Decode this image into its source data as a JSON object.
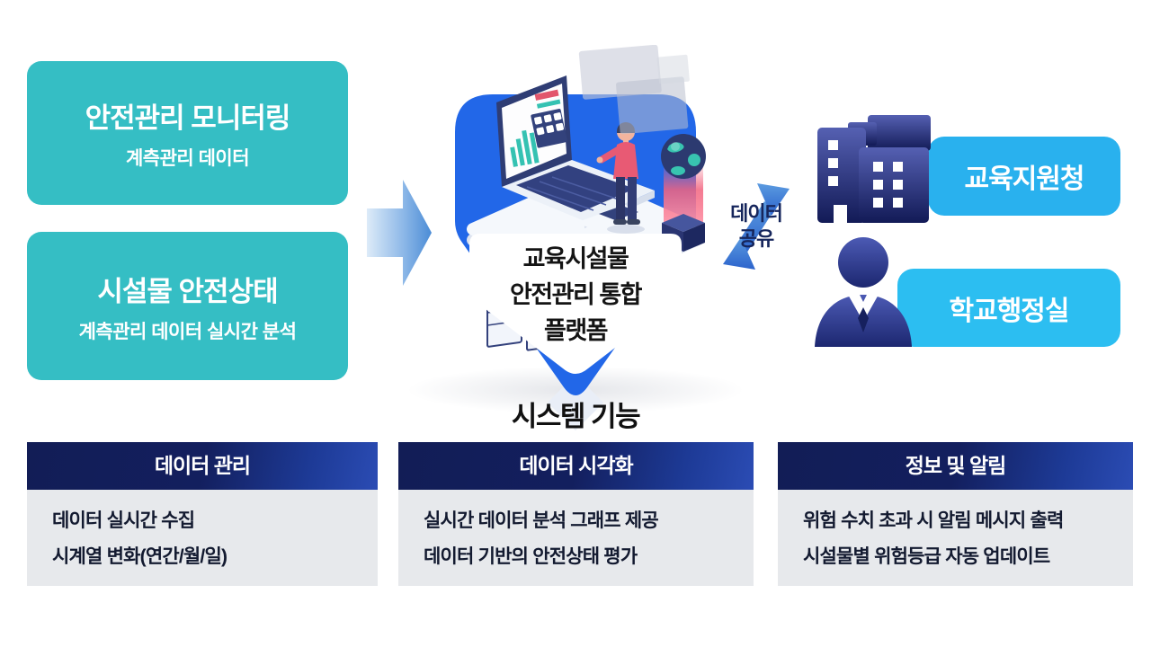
{
  "sources": [
    {
      "title": "안전관리 모니터링",
      "subtitle": "계측관리 데이터"
    },
    {
      "title": "시설물 안전상태",
      "subtitle": "계측관리 데이터 실시간 분석"
    }
  ],
  "platform": {
    "line1": "교육시설물",
    "line2": "안전관리 통합",
    "line3": "플랫폼"
  },
  "system_functions_label": "시스템 기능",
  "data_share": {
    "line1": "데이터",
    "line2": "공유"
  },
  "recipients": [
    {
      "label": "교육지원청",
      "icon": "buildings-icon"
    },
    {
      "label": "학교행정실",
      "icon": "person-icon"
    }
  ],
  "features": [
    {
      "header": "데이터 관리",
      "item1": "데이터 실시간 수집",
      "item2": "시계열 변화(연간/월/일)"
    },
    {
      "header": "데이터 시각화",
      "item1": "실시간 데이터 분석 그래프 제공",
      "item2": "데이터 기반의 안전상태 평가"
    },
    {
      "header": "정보 및 알림",
      "item1": "위험 수치 초과 시 알림 메시지 출력",
      "item2": "시설물별 위험등급 자동 업데이트"
    }
  ],
  "colors": {
    "source_teal": "#35bec4",
    "badge_blue": "#2267e8",
    "recipient_blue_1": "#29b1ee",
    "recipient_blue_2": "#2cbef1",
    "panel_header_navy": "#131f5e",
    "panel_header_navy_light": "#2b4cb4",
    "panel_body_gray": "#e7e9ec",
    "share_text_navy": "#16265c",
    "accent_pink": "#e85a74",
    "accent_teal": "#38c4b0"
  }
}
